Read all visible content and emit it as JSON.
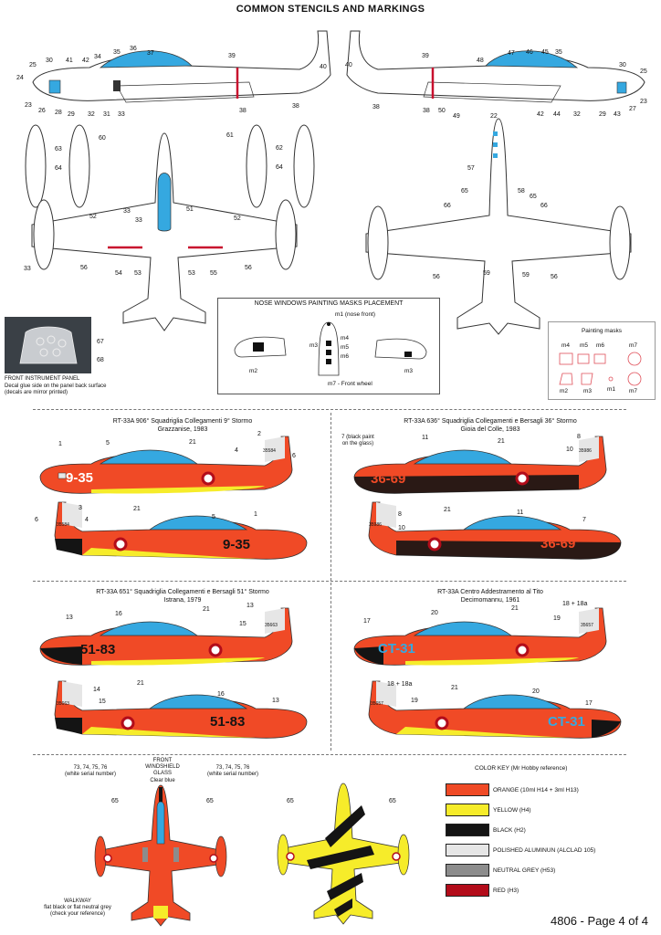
{
  "page": {
    "title": "COMMON STENCILS AND MARKINGS",
    "footer": "4806 - Page 4 of 4"
  },
  "colors": {
    "orange": "#f04a26",
    "yellow": "#f6ec2a",
    "black": "#141414",
    "aluminum": "#e6e6e6",
    "grey": "#8c8c8c",
    "red": "#b30c1a",
    "canopy": "#35a8e0"
  },
  "side_left_callouts": [
    "25",
    "24",
    "30",
    "41",
    "42",
    "34",
    "35",
    "36",
    "37",
    "39",
    "40",
    "23",
    "26",
    "28",
    "29",
    "32",
    "31",
    "33",
    "38",
    "38"
  ],
  "side_right_callouts": [
    "40",
    "39",
    "48",
    "47",
    "46",
    "45",
    "35",
    "30",
    "25",
    "23",
    "38",
    "38",
    "50",
    "49",
    "44",
    "42",
    "32",
    "29",
    "43",
    "27"
  ],
  "tank_callouts": [
    "63",
    "64",
    "60",
    "61",
    "62",
    "64"
  ],
  "top_callouts": [
    "33",
    "52",
    "33",
    "51",
    "52",
    "56",
    "54",
    "53",
    "53",
    "55",
    "56",
    "33"
  ],
  "bottom_callouts": [
    "22",
    "57",
    "65",
    "58",
    "65",
    "66",
    "66",
    "56",
    "59",
    "59",
    "56"
  ],
  "instrument_panel": {
    "numbers": [
      "67",
      "68"
    ],
    "caption": "FRONT INSTRUMENT PANEL",
    "note1": "Decal glue side on the panel back surface",
    "note2": "(decals are mirror printed)"
  },
  "nose_masks": {
    "title": "NOSE WINDOWS PAINTING MASKS PLACEMENT",
    "m1": "m1 (nose front)",
    "m2": "m2",
    "m3": "m3",
    "m3b": "m3",
    "m4": "m4",
    "m5": "m5",
    "m6": "m6",
    "m7": "m7 - Front wheel"
  },
  "painting_masks": {
    "title": "Painting masks",
    "labels": [
      "m4",
      "m5",
      "m6",
      "m7",
      "m2",
      "m3",
      "m1",
      "m7"
    ]
  },
  "schemes": [
    {
      "title": "RT-33A 906° Squadriglia Collegamenti 9° Stormo",
      "subtitle": "Grazzanise, 1983",
      "code": "9-35",
      "serial": "35584",
      "callouts_a": [
        "1",
        "5",
        "21",
        "2",
        "4",
        "6"
      ],
      "callouts_b": [
        "3",
        "4",
        "6",
        "21",
        "5",
        "1"
      ]
    },
    {
      "title": "RT-33A 636° Squadriglia Collegamenti e Bersagli 36° Stormo",
      "subtitle": "Gioia del Colle, 1983",
      "code": "36-69",
      "serial": "35986",
      "note": "7 (black paint on the glass)",
      "callouts_a": [
        "11",
        "21",
        "8",
        "10"
      ],
      "callouts_b": [
        "8",
        "10",
        "21",
        "11",
        "7"
      ]
    },
    {
      "title": "RT-33A 651° Squadriglia Collegamenti e Bersagli 51° Stormo",
      "subtitle": "Istrana, 1979",
      "code": "51-83",
      "serial": "35663",
      "callouts_a": [
        "13",
        "16",
        "21",
        "13",
        "15"
      ],
      "callouts_b": [
        "14",
        "15",
        "21",
        "16",
        "13"
      ]
    },
    {
      "title": "RT-33A Centro Addestramento al Tito",
      "subtitle": "Decimomannu, 1961",
      "code": "CT-31",
      "serial": "35657",
      "callouts_a": [
        "17",
        "20",
        "21",
        "18 + 18a",
        "19"
      ],
      "callouts_b": [
        "18 + 18a",
        "19",
        "21",
        "20",
        "17"
      ]
    }
  ],
  "bottom_views": {
    "left_serial": "73, 74, 75, 76",
    "left_serial_note": "(white serial number)",
    "right_serial": "73, 74, 75, 76",
    "right_serial_note": "(white serial number)",
    "windshield": "FRONT",
    "windshield2": "WINDSHIELD",
    "windshield3": "GLASS",
    "windshield4": "Clear blue",
    "roundel_left": "65",
    "roundel_right": "65",
    "roundel_left2": "65",
    "roundel_right2": "65",
    "walkway": "WALKWAY",
    "walkway2": "flat black or flat neutral grey",
    "walkway3": "(check your reference)"
  },
  "color_key": {
    "title": "COLOR KEY (Mr Hobby reference)",
    "items": [
      {
        "label": "ORANGE (10ml H14 + 3ml H13)",
        "color": "#f04a26"
      },
      {
        "label": "YELLOW (H4)",
        "color": "#f6ec2a"
      },
      {
        "label": "BLACK (H2)",
        "color": "#141414"
      },
      {
        "label": "POLISHED ALUMINUN (ALCLAD 105)",
        "color": "#e6e6e6"
      },
      {
        "label": "NEUTRAL GREY (H53)",
        "color": "#8c8c8c"
      },
      {
        "label": "RED (H3)",
        "color": "#b30c1a"
      }
    ]
  }
}
